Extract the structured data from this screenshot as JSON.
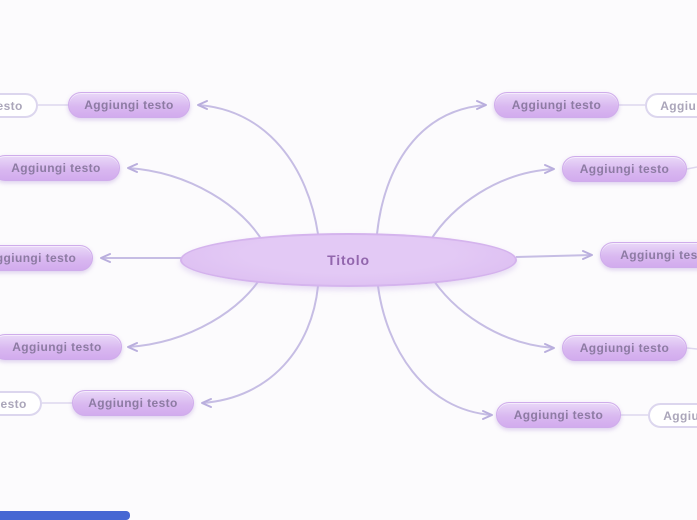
{
  "root": {
    "label": "Titolo"
  },
  "nodes": [
    {
      "id": "left-1",
      "label": "Aggiungi testo"
    },
    {
      "id": "left-2",
      "label": "Aggiungi testo"
    },
    {
      "id": "left-3",
      "label": "Aggiungi testo"
    },
    {
      "id": "left-4",
      "label": "Aggiungi testo"
    },
    {
      "id": "left-5",
      "label": "Aggiungi testo"
    },
    {
      "id": "right-1",
      "label": "Aggiungi testo"
    },
    {
      "id": "right-2",
      "label": "Aggiungi testo"
    },
    {
      "id": "right-3",
      "label": "Aggiungi testo"
    },
    {
      "id": "right-4",
      "label": "Aggiungi testo"
    },
    {
      "id": "right-5",
      "label": "Aggiungi testo"
    }
  ],
  "placeholders": [
    {
      "id": "edge-left-top",
      "label": "Aggiungi testo"
    },
    {
      "id": "edge-left-bottom",
      "label": "Aggiungi testo"
    },
    {
      "id": "edge-right-top",
      "label": "Aggiungi testo"
    },
    {
      "id": "edge-right-bottom",
      "label": "Aggiungi testo"
    }
  ],
  "colors": {
    "background": "#fcfbfd",
    "node_fill": "#d9b8f0",
    "node_text": "#8d7ba3",
    "root_fill": "#dcbcf1",
    "root_text": "#9266ad",
    "connector": "#c6bde4",
    "placeholder_border": "#dcd6ee",
    "placeholder_text": "#aba6ba",
    "scrollbar_blue": "#4667d3"
  }
}
